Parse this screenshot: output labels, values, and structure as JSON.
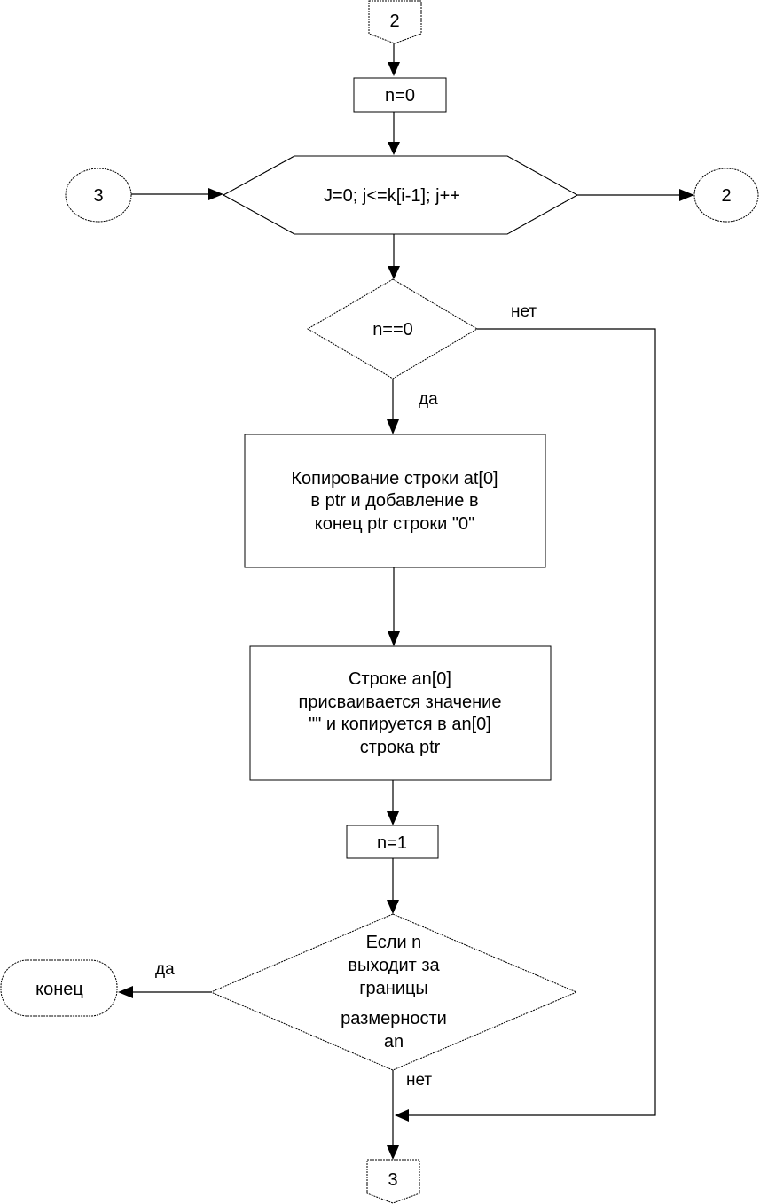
{
  "diagram": {
    "type": "flowchart",
    "colors": {
      "stroke": "#000000",
      "background": "#ffffff"
    },
    "nodes": {
      "top_connector": {
        "kind": "off-page-connector",
        "label": "2"
      },
      "init_n": {
        "kind": "process",
        "label": "n=0"
      },
      "loop": {
        "kind": "loop-hexagon",
        "label": "J=0; j<=k[i-1]; j++"
      },
      "loop_in_connector": {
        "kind": "on-page-connector",
        "label": "3"
      },
      "loop_out_connector": {
        "kind": "on-page-connector",
        "label": "2"
      },
      "check_n": {
        "kind": "decision",
        "label": "n==0"
      },
      "copy_step": {
        "kind": "process",
        "lines": [
          "Копирование строки at[0]",
          "в ptr и добавление в",
          "конец ptr  строки \"0\""
        ]
      },
      "assign_step": {
        "kind": "process",
        "lines": [
          "Строке an[0]",
          "присваивается значение",
          "\"\" и копируется в an[0]",
          "строка ptr"
        ]
      },
      "set_n": {
        "kind": "process",
        "label": "n=1"
      },
      "bounds_check": {
        "kind": "decision",
        "lines": [
          "Если n",
          "выходит за",
          "границы",
          "размерности",
          "an"
        ]
      },
      "end": {
        "kind": "terminator",
        "label": "конец"
      },
      "bottom_connector": {
        "kind": "off-page-connector",
        "label": "3"
      }
    },
    "edge_labels": {
      "check_n_no": "нет",
      "check_n_yes": "да",
      "bounds_yes": "да",
      "bounds_no": "нет"
    },
    "edges": [
      {
        "from": "top_connector",
        "to": "init_n"
      },
      {
        "from": "init_n",
        "to": "loop"
      },
      {
        "from": "loop_in_connector",
        "to": "loop"
      },
      {
        "from": "loop",
        "to": "loop_out_connector"
      },
      {
        "from": "loop",
        "to": "check_n"
      },
      {
        "from": "check_n",
        "to": "copy_step",
        "label": "да"
      },
      {
        "from": "check_n",
        "to": "bottom_connector",
        "label": "нет"
      },
      {
        "from": "copy_step",
        "to": "assign_step"
      },
      {
        "from": "assign_step",
        "to": "set_n"
      },
      {
        "from": "set_n",
        "to": "bounds_check"
      },
      {
        "from": "bounds_check",
        "to": "end",
        "label": "да"
      },
      {
        "from": "bounds_check",
        "to": "bottom_connector",
        "label": "нет"
      }
    ]
  }
}
